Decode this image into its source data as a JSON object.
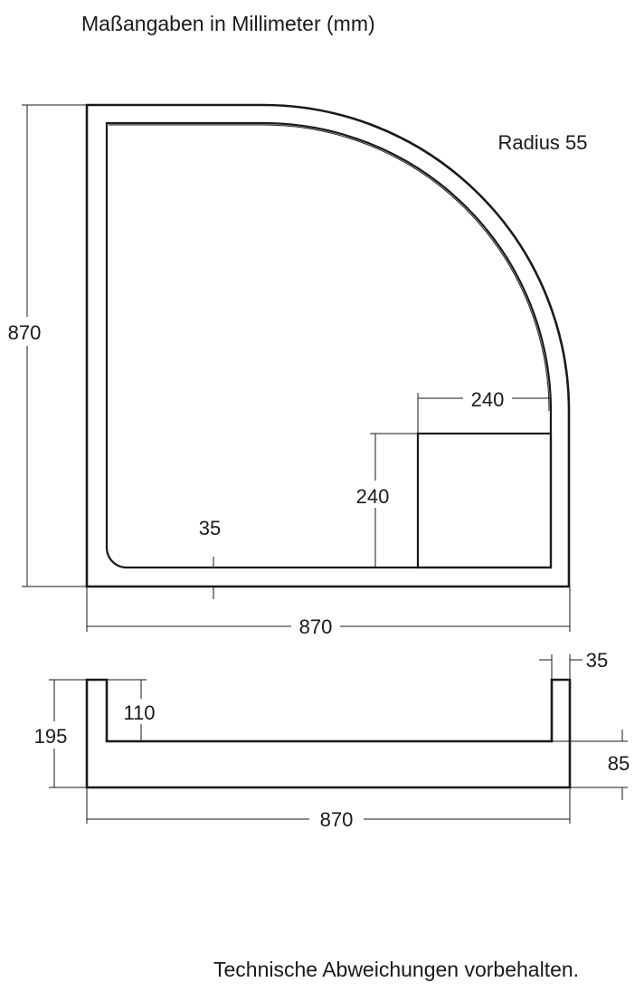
{
  "title": "Maßangaben in Millimeter (mm)",
  "footer": "Technische Abweichungen vorbehalten.",
  "top_view": {
    "radius_label": "Radius 55",
    "height_dim": "870",
    "width_dim": "870",
    "step_width_dim": "240",
    "step_height_dim": "240",
    "rim_dim": "35"
  },
  "side_view": {
    "height_dim": "195",
    "depth_dim": "110",
    "wall_dim": "35",
    "base_dim": "85",
    "width_dim": "870"
  }
}
